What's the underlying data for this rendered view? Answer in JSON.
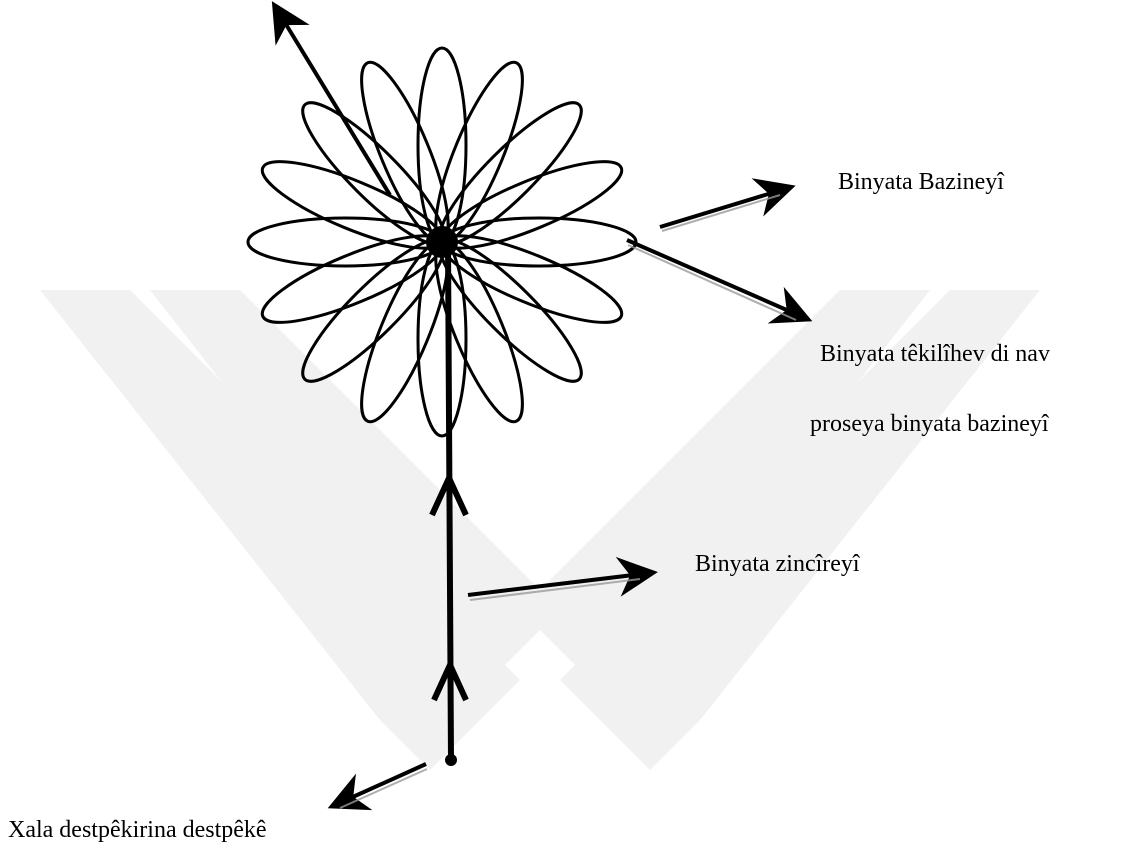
{
  "diagram": {
    "labels": {
      "base_structure": "Binyata Bazineyî",
      "formation_line1": "Binyata têkilîhev di nav",
      "formation_line2": "proseya binyata bazineyî",
      "chain_structure": "Binyata zincîreyî",
      "start_state": "Xala destpêkirina destpêkê"
    },
    "colors": {
      "ink": "#000000",
      "watermark": "#f0f0f0",
      "shadow": "#9a9a9a"
    }
  }
}
